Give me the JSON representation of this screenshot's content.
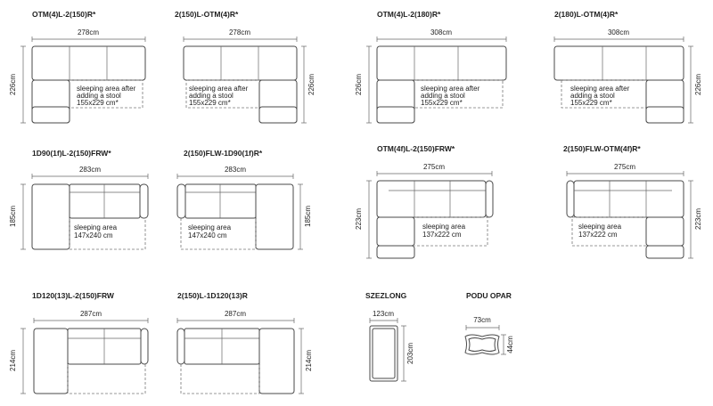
{
  "diagrams": [
    {
      "title": "OTM(4)L-2(150)R*",
      "width": "278cm",
      "depth": "226cm",
      "sleeping": [
        "sleeping area after",
        "adding a stool",
        "155x229 cm*"
      ]
    },
    {
      "title": "2(150)L-OTM(4)R*",
      "width": "278cm",
      "depth": "226cm",
      "sleeping": [
        "sleeping area after",
        "adding a stool",
        "155x229 cm*"
      ]
    },
    {
      "title": "OTM(4)L-2(180)R*",
      "width": "308cm",
      "depth": "226cm",
      "sleeping": [
        "sleeping area after",
        "adding a stool",
        "155x229 cm*"
      ]
    },
    {
      "title": "2(180)L-OTM(4)R*",
      "width": "308cm",
      "depth": "226cm",
      "sleeping": [
        "sleeping area after",
        "adding a stool",
        "155x229 cm*"
      ]
    },
    {
      "title": "1D90(1f)L-2(150)FRW*",
      "width": "283cm",
      "depth": "185cm",
      "sleeping": [
        "sleeping area",
        "147x240 cm"
      ]
    },
    {
      "title": "2(150)FLW-1D90(1f)R*",
      "width": "283cm",
      "depth": "185cm",
      "sleeping": [
        "sleeping area",
        "147x240 cm"
      ]
    },
    {
      "title": "OTM(4f)L-2(150)FRW*",
      "width": "275cm",
      "depth": "223cm",
      "sleeping": [
        "sleeping area",
        "137x222 cm"
      ]
    },
    {
      "title": "2(150)FLW-OTM(4f)R*",
      "width": "275cm",
      "depth": "223cm",
      "sleeping": [
        "sleeping area",
        "137x222 cm"
      ]
    },
    {
      "title": "1D120(13)L-2(150)FRW",
      "width": "287cm",
      "depth": "214cm",
      "sleeping": []
    },
    {
      "title": "2(150)L-1D120(13)R",
      "width": "287cm",
      "depth": "214cm",
      "sleeping": []
    },
    {
      "title": "SZEZLONG",
      "width": "123cm",
      "depth": "203cm",
      "sleeping": []
    },
    {
      "title": "PODU OPAR",
      "width": "73cm",
      "depth": "44cm",
      "sleeping": []
    }
  ]
}
